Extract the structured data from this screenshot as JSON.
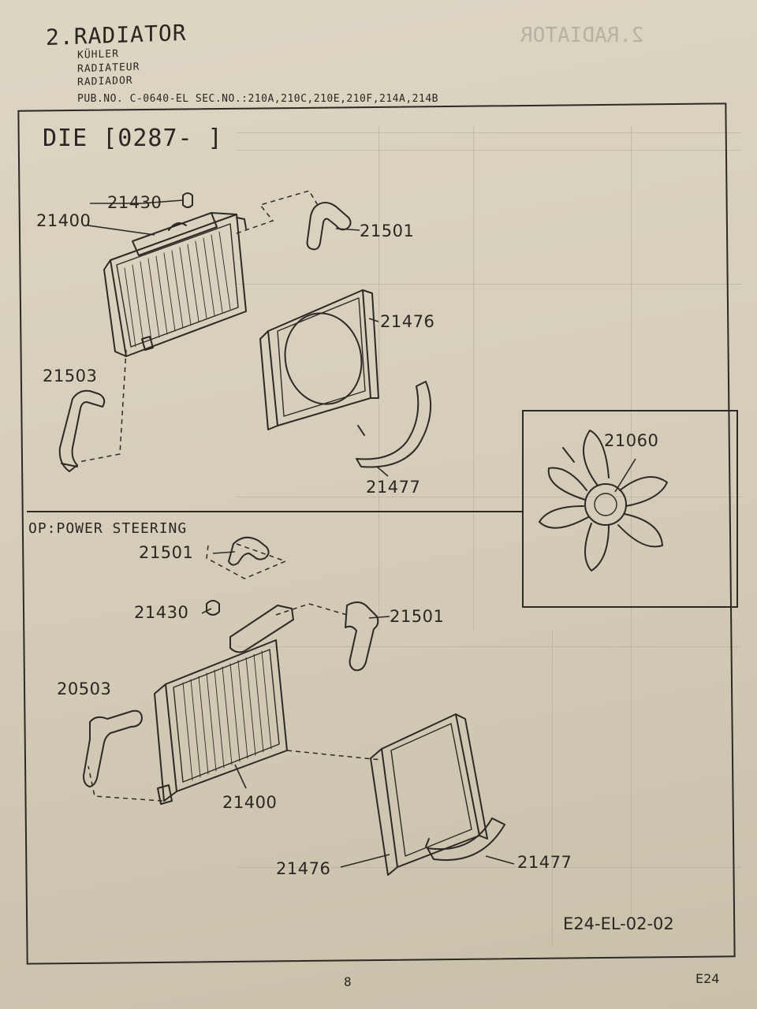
{
  "header": {
    "title": "2.RADIATOR",
    "subtitles": [
      "KÜHLER",
      "RADIATEUR",
      "RADIADOR"
    ],
    "pub_no": "PUB.NO. C-0640-EL SEC.NO.:210A,210C,210E,210F,214A,214B"
  },
  "diagram": {
    "engine_label": "DIE [0287-      ]",
    "option_label": "OP:POWER STEERING"
  },
  "callouts": [
    "21430",
    "21400",
    "21501",
    "21476",
    "21503",
    "21477",
    "21060",
    "21501",
    "21430",
    "21501",
    "20503",
    "21400",
    "21476",
    "21477"
  ],
  "footer": {
    "figure_code": "E24-EL-02-02",
    "page_number": "8",
    "page_id": "E24"
  }
}
